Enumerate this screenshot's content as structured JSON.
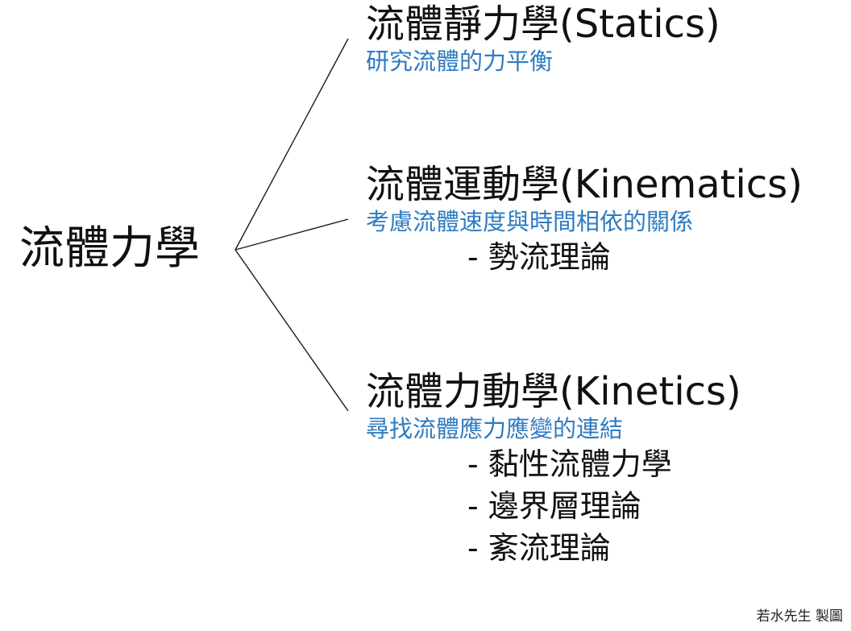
{
  "root": {
    "label": "流體力學"
  },
  "branches": [
    {
      "title": "流體靜力學(Statics)",
      "description": "研究流體的力平衡",
      "items": []
    },
    {
      "title": "流體運動學(Kinematics)",
      "description": "考慮流體速度與時間相依的關係",
      "items": [
        "- 勢流理論"
      ]
    },
    {
      "title": "流體力動學(Kinetics)",
      "description": "尋找流體應力應變的連結",
      "items": [
        "- 黏性流體力學",
        "- 邊界層理論",
        "- 紊流理論"
      ]
    }
  ],
  "credit": "若水先生 製圖",
  "colors": {
    "title": "#111111",
    "description": "#2f7bc0",
    "connector": "#1a1a1a"
  }
}
